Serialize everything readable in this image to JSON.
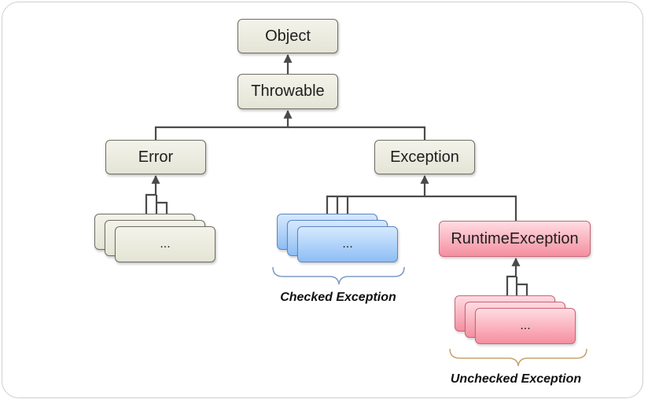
{
  "nodes": {
    "object": "Object",
    "throwable": "Throwable",
    "error": "Error",
    "exception": "Exception",
    "runtime_exception": "RuntimeException",
    "error_subclasses": "...",
    "checked_subclasses": "...",
    "unchecked_subclasses": "..."
  },
  "labels": {
    "checked": "Checked Exception",
    "unchecked": "Unchecked Exception"
  },
  "colors": {
    "beige_fill": "#e8e8dc",
    "blue_fill": "#a9cdf7",
    "pink_fill": "#f8a8b6",
    "connector": "#4a4a4a"
  }
}
